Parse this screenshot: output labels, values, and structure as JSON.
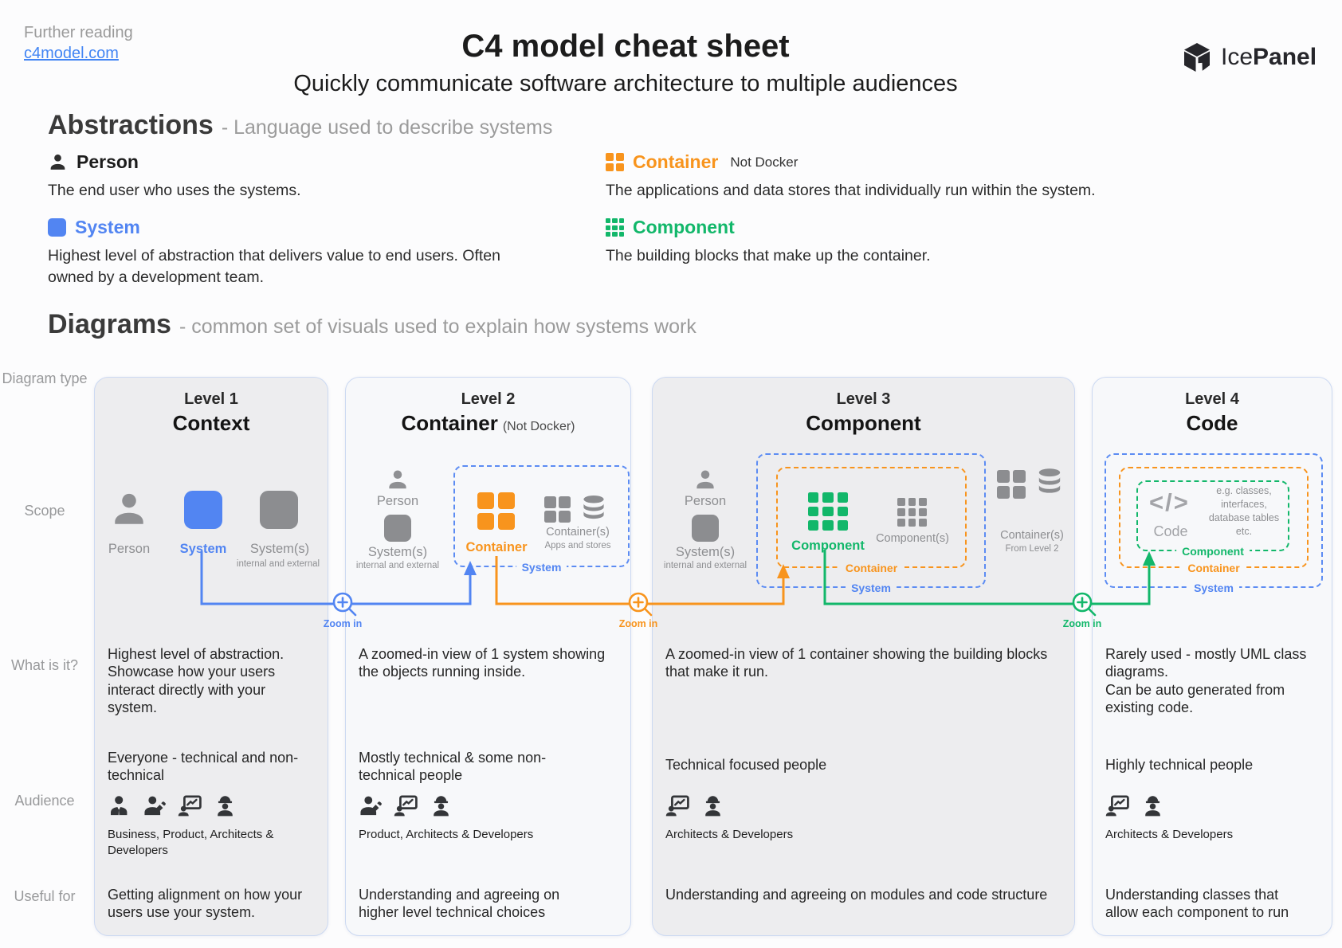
{
  "header": {
    "further_reading_label": "Further reading",
    "further_reading_link": "c4model.com",
    "title": "C4 model cheat sheet",
    "subtitle": "Quickly communicate software architecture to multiple audiences",
    "logo_text_regular": "Ice",
    "logo_text_bold": "Panel"
  },
  "colors": {
    "blue": "#5285f2",
    "orange": "#f8941d",
    "green": "#12b76a",
    "link_blue": "#4285f4",
    "gray_icon": "#8c8d90"
  },
  "icons": {
    "person": "person-silhouette",
    "system": "blue-rounded-square",
    "container": "orange-2x2-grid",
    "component": "green-3x3-grid",
    "database": "database-cylinder",
    "code": "</>",
    "zoom": "magnifier-plus",
    "logo": "icepanel-cube"
  },
  "abstractions": {
    "heading": "Abstractions",
    "heading_note": "- Language used to describe systems",
    "items": [
      {
        "name": "Person",
        "note": "",
        "description": "The end user who uses the systems."
      },
      {
        "name": "System",
        "note": "",
        "description": "Highest level of abstraction that delivers value to end users. Often owned by a development team."
      },
      {
        "name": "Container",
        "note": "Not Docker",
        "description": "The applications and data stores that individually run within the system."
      },
      {
        "name": "Component",
        "note": "",
        "description": "The building blocks that make up the container."
      }
    ]
  },
  "diagrams": {
    "heading": "Diagrams",
    "heading_note": "- common set of visuals used to explain how systems work",
    "zoom_in_label": "Zoom in",
    "row_labels": {
      "diagram_type": "Diagram type",
      "scope": "Scope",
      "what": "What is it?",
      "audience": "Audience",
      "useful": "Useful for"
    },
    "levels": [
      {
        "level": "Level 1",
        "title": "Context",
        "title_suffix": "",
        "scope": {
          "person_label": "Person",
          "system_label": "System",
          "systems_label": "System(s)",
          "systems_sub": "internal and external"
        },
        "what": "Highest level of abstraction. Showcase how your users interact directly with your system.",
        "audience_intro": "Everyone - technical and non-technical",
        "audience_label": "Business, Product, Architects & Developers",
        "useful": "Getting alignment on how your users use your system."
      },
      {
        "level": "Level 2",
        "title": "Container",
        "title_suffix": "(Not Docker)",
        "scope": {
          "person_label": "Person",
          "systems_label": "System(s)",
          "systems_sub": "internal and external",
          "box_system_label": "System",
          "container_label": "Container",
          "containers_label": "Container(s)",
          "containers_sub": "Apps and stores"
        },
        "what": "A zoomed-in view of 1 system showing the objects running inside.",
        "audience_intro": "Mostly technical & some non-technical people",
        "audience_label": "Product, Architects & Developers",
        "useful": "Understanding and agreeing on higher level technical choices"
      },
      {
        "level": "Level 3",
        "title": "Component",
        "title_suffix": "",
        "scope": {
          "person_label": "Person",
          "systems_label": "System(s)",
          "systems_sub": "internal and external",
          "box_system_label": "System",
          "box_container_label": "Container",
          "component_label": "Component",
          "components_label": "Component(s)",
          "containers_label": "Container(s)",
          "containers_sub": "From Level 2"
        },
        "what": "A zoomed-in view of 1 container showing the building blocks that make it run.",
        "audience_intro": "Technical focused people",
        "audience_label": "Architects & Developers",
        "useful": "Understanding and agreeing on modules and code structure"
      },
      {
        "level": "Level 4",
        "title": "Code",
        "title_suffix": "",
        "scope": {
          "box_system_label": "System",
          "box_container_label": "Container",
          "box_component_label": "Component",
          "code_label": "Code",
          "code_note": "e.g. classes, interfaces, database tables etc."
        },
        "what": "Rarely used - mostly UML class diagrams.\nCan be auto generated from existing code.",
        "audience_intro": "Highly technical people",
        "audience_label": "Architects & Developers",
        "useful": "Understanding classes that allow each component to run"
      }
    ]
  }
}
